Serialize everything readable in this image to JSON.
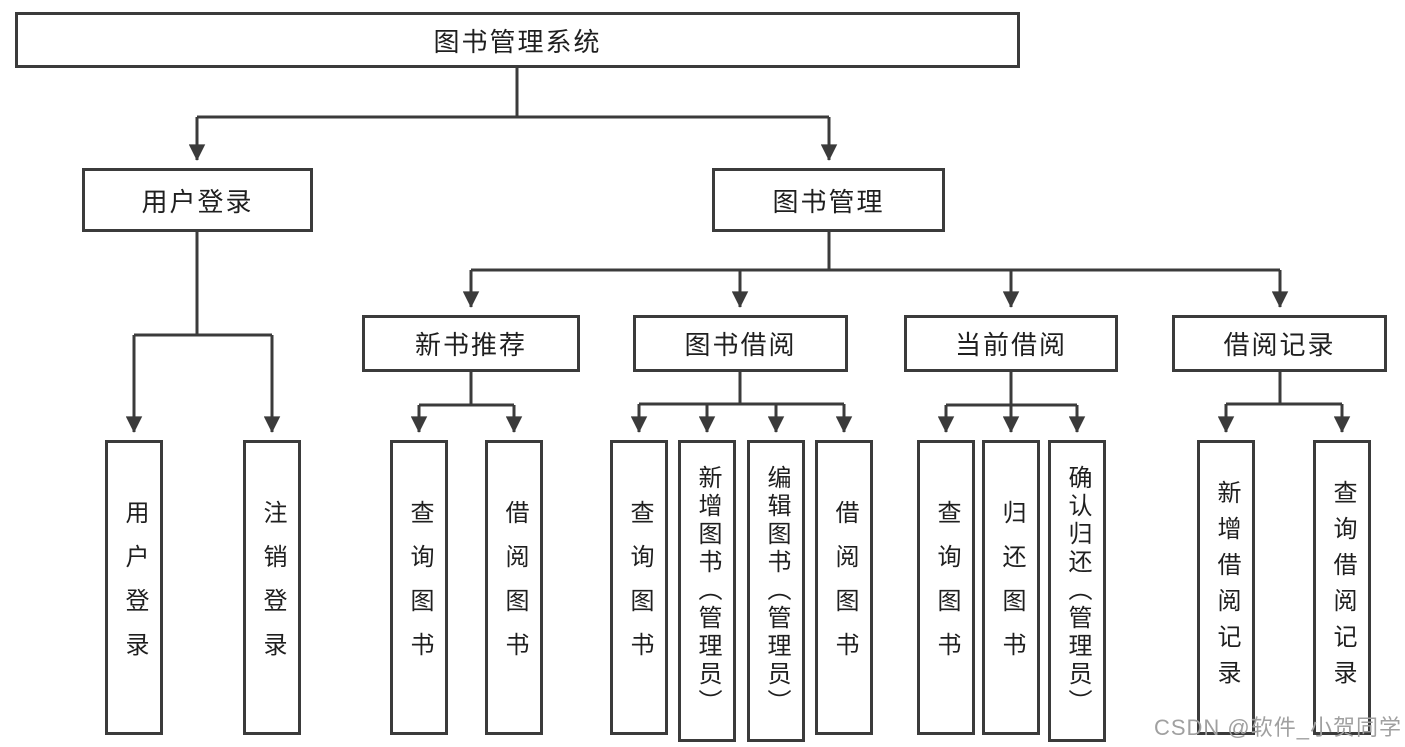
{
  "nodes": {
    "root": "图书管理系统",
    "user_login": "用户登录",
    "book_mgmt": "图书管理",
    "new_book_rec": "新书推荐",
    "book_borrow": "图书借阅",
    "current_borrow": "当前借阅",
    "borrow_record": "借阅记录",
    "leaves": {
      "user_login": [
        "用户登录",
        "注销登录"
      ],
      "new_book_rec": [
        "查询图书",
        "借阅图书"
      ],
      "book_borrow": [
        "查询图书",
        "新增图书（管理员）",
        "编辑图书（管理员）",
        "借阅图书"
      ],
      "current_borrow": [
        "查询图书",
        "归还图书",
        "确认归还（管理员）"
      ],
      "borrow_record": [
        "新增借阅记录",
        "查询借阅记录"
      ]
    }
  },
  "watermark": "CSDN @软件_小贺同学",
  "colors": {
    "line": "#3b3b3b",
    "text": "#1f1f1f",
    "watermark": "#a0a0a0",
    "background": "#ffffff"
  }
}
